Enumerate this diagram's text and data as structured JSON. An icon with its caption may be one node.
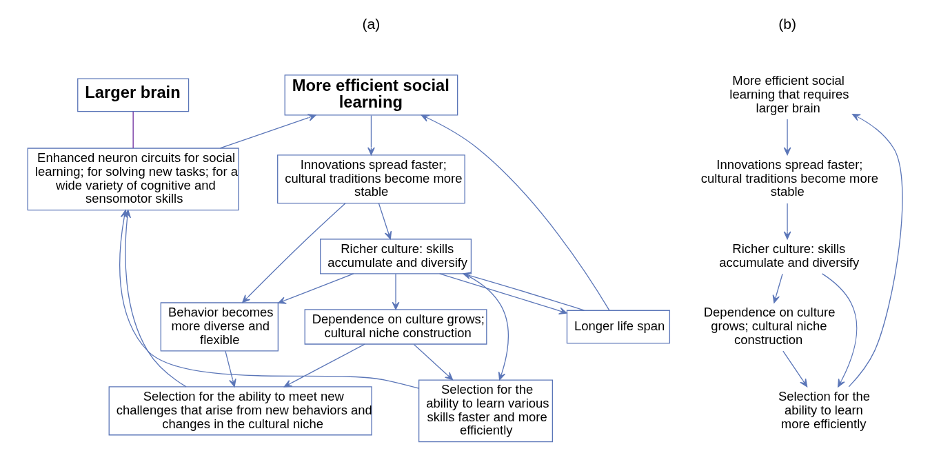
{
  "diagram": {
    "nodes": [
      {
        "text": [
          "More efficient social learning"
        ]
      },
      {
        "text": [
          "Larger brain"
        ]
      },
      {
        "text": [
          "Enhanced neuron circuits for social learning; for solving new tasks; for a wide variety of cognitive and sensomotor skills"
        ]
      },
      {
        "text": [
          "Innovations spread faster; cultural traditions become more stable"
        ]
      },
      {
        "text": [
          "Richer culture: skills accumulate and diversify"
        ]
      },
      {
        "text": [
          "Behavior becomes more diverse and flexible"
        ]
      },
      {
        "text": [
          "Dependence on culture grows; cultural niche construction"
        ]
      },
      {
        "text": [
          "Selection for the ability to learn various skills faster and more efficiently"
        ]
      },
      {
        "text": [
          "Selection for the ability to meet new challenges that arise from new behaviors and changes in the cultural niche"
        ]
      },
      {
        "text": [
          "Longer life span"
        ]
      },
      {
        "text": [
          "More efficient social learning that requires larger brain"
        ]
      },
      {
        "text": [
          "Innovations spread faster; cultural traditions become more stable"
        ]
      },
      {
        "text": [
          "Richer culture: skills accumulate and diversify"
        ]
      },
      {
        "text": [
          "Dependence on culture grows; cultural niche construction"
        ]
      },
      {
        "text": [
          "Selection for the ability to learn more efficiently"
        ]
      }
    ],
    "edges": [
      {
        "from": 0,
        "to": 3,
        "arrow": "to"
      },
      {
        "from": 2,
        "to": 0,
        "arrow": "to"
      },
      {
        "from": 1,
        "to": 2,
        "arrow": "none",
        "color": "#7030a0"
      },
      {
        "from": 3,
        "to": 4,
        "arrow": "to"
      },
      {
        "from": 3,
        "to": 5,
        "arrow": "to"
      },
      {
        "from": 4,
        "to": 5,
        "arrow": "to"
      },
      {
        "from": 4,
        "to": 6,
        "arrow": "to"
      },
      {
        "from": 4,
        "to": 7,
        "arrow": "to"
      },
      {
        "from": 4,
        "to": 9,
        "arrow": "to"
      },
      {
        "from": 6,
        "to": 7,
        "arrow": "to"
      },
      {
        "from": 6,
        "to": 8,
        "arrow": "to"
      },
      {
        "from": 5,
        "to": 8,
        "arrow": "to"
      },
      {
        "from": 7,
        "to": 2,
        "arrow": "to"
      },
      {
        "from": 8,
        "to": 2,
        "arrow": "to"
      },
      {
        "from": 9,
        "to": 0,
        "arrow": "to"
      },
      {
        "from": 9,
        "to": 4,
        "arrow": "to"
      },
      {
        "from": 10,
        "to": 11,
        "arrow": "to"
      },
      {
        "from": 11,
        "to": 12,
        "arrow": "to"
      },
      {
        "from": 12,
        "to": 14,
        "arrow": "to"
      },
      {
        "from": 12,
        "to": 13,
        "arrow": "to"
      },
      {
        "from": 13,
        "to": 14,
        "arrow": "to"
      },
      {
        "from": 14,
        "to": 10,
        "arrow": "to"
      }
    ],
    "labels": [
      "(a)",
      "(b)"
    ]
  }
}
